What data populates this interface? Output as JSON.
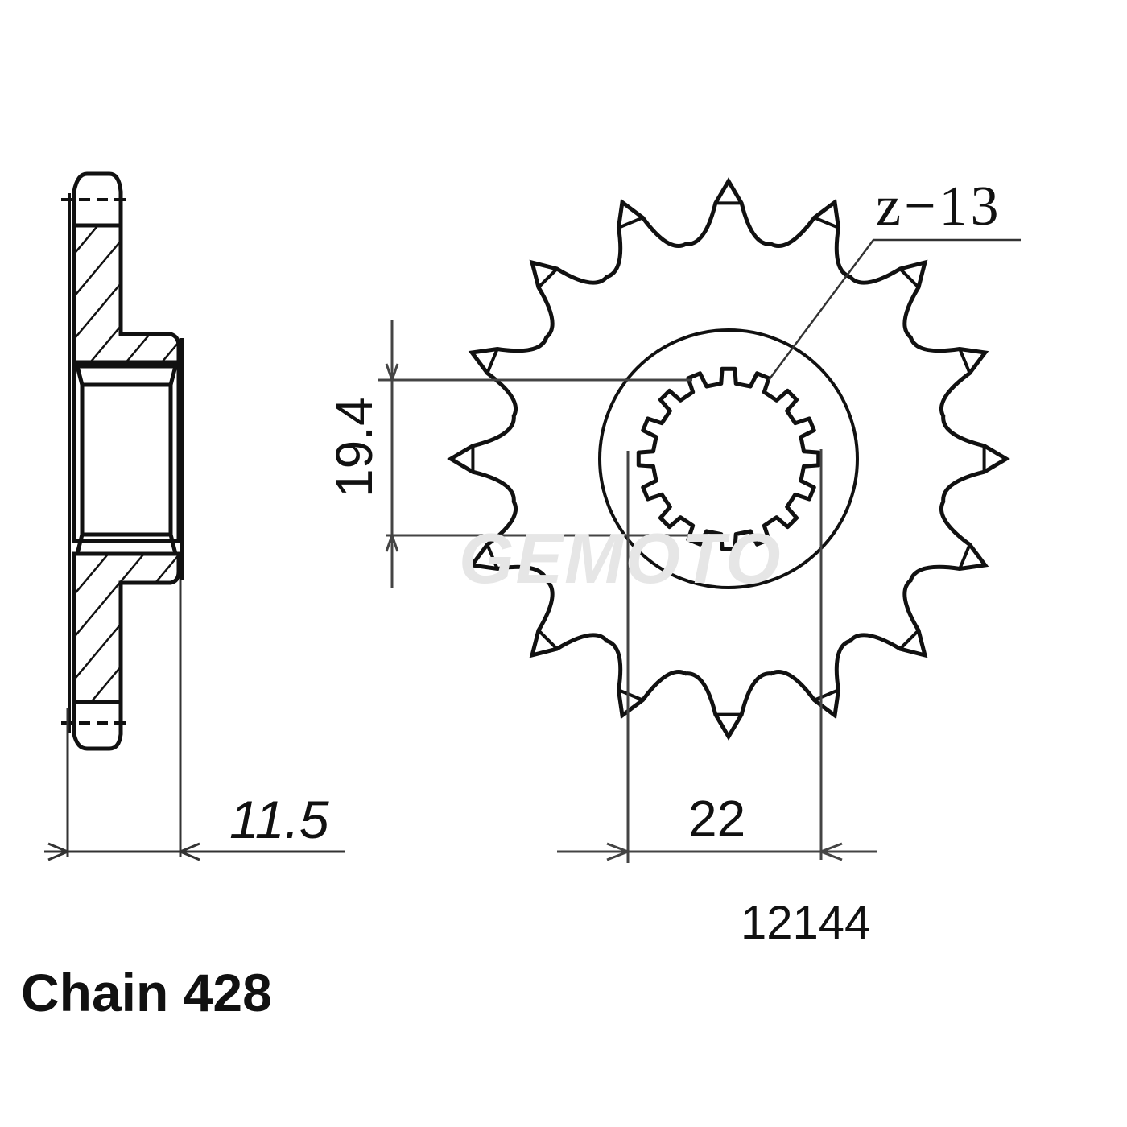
{
  "drawing": {
    "teeth_label": "z−13",
    "teeth_count": 13,
    "outer_teeth_drawn": 16,
    "bore_label": "19.4",
    "spline_width_label": "22",
    "thickness_label": "11.5",
    "part_number": "12144",
    "chain_label": "Chain 428",
    "watermark": "GEMOTO"
  },
  "colors": {
    "line": "#111111",
    "dimension_line": "#444444",
    "background": "#ffffff",
    "watermark": "#e6e6e6"
  }
}
